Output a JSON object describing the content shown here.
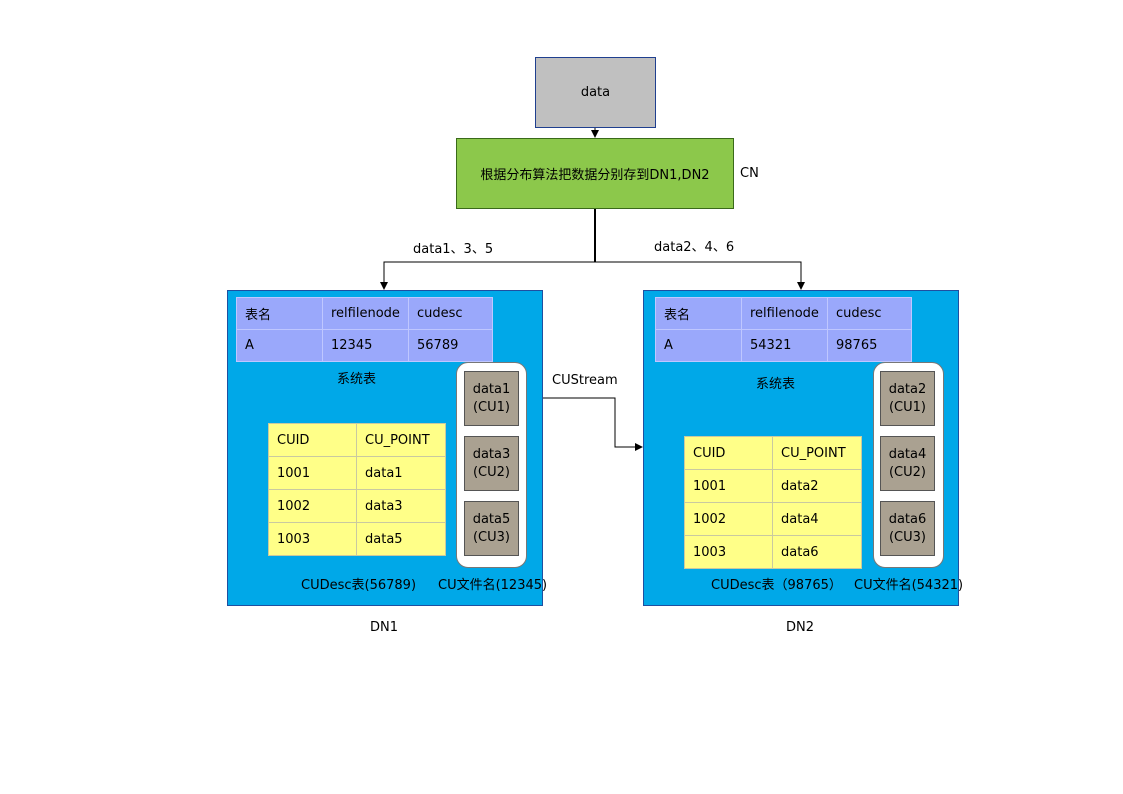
{
  "source_box": {
    "label": "data",
    "color": "#c0c0c0"
  },
  "cn_box": {
    "label": "根据分布算法把数据分别存到DN1,DN2",
    "color": "#8cc84b"
  },
  "cn_label": "CN",
  "edge_left_label": "data1、3、5",
  "edge_right_label": "data2、4、6",
  "custream_label": "CUStream",
  "node_color": "#00a8e8",
  "dn1": {
    "name": "DN1",
    "sys_table": {
      "headers": [
        "表名",
        "relfilenode",
        "cudesc"
      ],
      "row": [
        "A",
        "12345",
        "56789"
      ]
    },
    "sys_label": "系统表",
    "cudesc_table": {
      "headers": [
        "CUID",
        "CU_POINT"
      ],
      "rows": [
        [
          "1001",
          "data1"
        ],
        [
          "1002",
          "data3"
        ],
        [
          "1003",
          "data5"
        ]
      ]
    },
    "cudesc_label": "CUDesc表(56789)",
    "cu_items": [
      [
        "data1",
        "(CU1)"
      ],
      [
        "data3",
        "(CU2)"
      ],
      [
        "data5",
        "(CU3)"
      ]
    ],
    "cu_file_label": "CU文件名(12345)"
  },
  "dn2": {
    "name": "DN2",
    "sys_table": {
      "headers": [
        "表名",
        "relfilenode",
        "cudesc"
      ],
      "row": [
        "A",
        "54321",
        "98765"
      ]
    },
    "sys_label": "系统表",
    "cudesc_table": {
      "headers": [
        "CUID",
        "CU_POINT"
      ],
      "rows": [
        [
          "1001",
          "data2"
        ],
        [
          "1002",
          "data4"
        ],
        [
          "1003",
          "data6"
        ]
      ]
    },
    "cudesc_label": "CUDesc表（98765）",
    "cu_items": [
      [
        "data2",
        "(CU1)"
      ],
      [
        "data4",
        "(CU2)"
      ],
      [
        "data6",
        "(CU3)"
      ]
    ],
    "cu_file_label": "CU文件名(54321)"
  }
}
